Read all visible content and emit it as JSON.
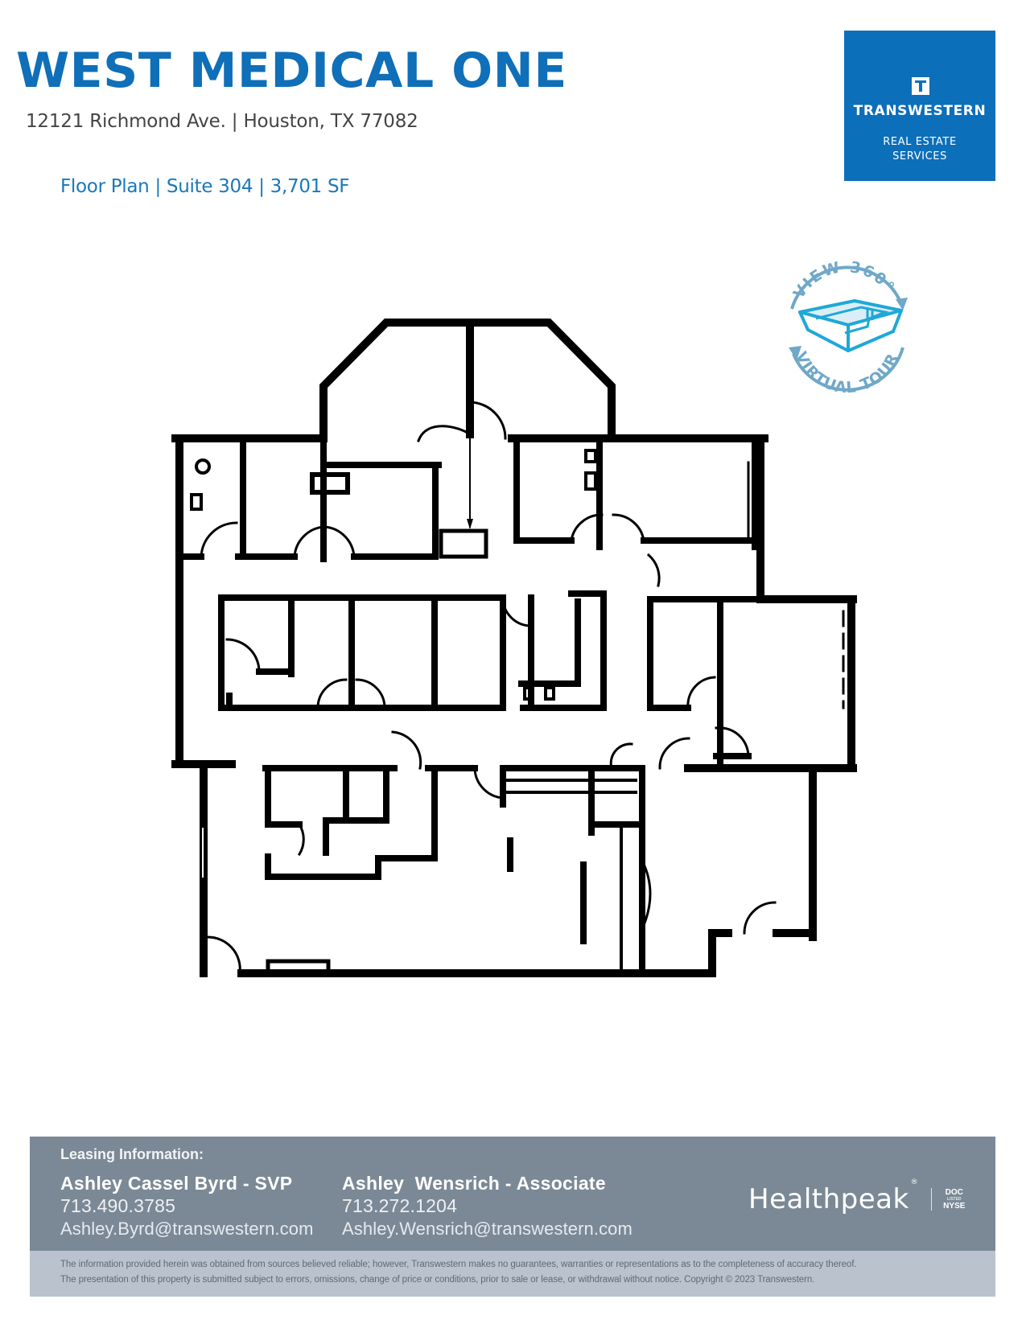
{
  "header": {
    "title": "WEST MEDICAL ONE",
    "address": "12121 Richmond Ave. | Houston, TX 77082",
    "subtitle": "Floor Plan | Suite 304 | 3,701 SF"
  },
  "brand_logo": {
    "icon": "transwestern-t-icon",
    "name": "TRANSWESTERN",
    "tagline_line1": "REAL ESTATE",
    "tagline_line2": "SERVICES",
    "background": "#0c6fba"
  },
  "tour_badge": {
    "top_text": "VIEW 360°",
    "bottom_text": "VIRTUAL TOUR",
    "icon": "3d-room-icon",
    "ring_color": "#6fa8c8",
    "room_color": "#1fa8d8"
  },
  "floorplan": {
    "suite": "Suite 304",
    "area": "3,701 SF",
    "wall_color": "#000000"
  },
  "leasing": {
    "label": "Leasing Information:",
    "contacts": [
      {
        "name": "Ashley Cassel Byrd - SVP",
        "phone": "713.490.3785",
        "email": "Ashley.Byrd@transwestern.com"
      },
      {
        "name": "Ashley  Wensrich - Associate",
        "phone": "713.272.1204",
        "email": "Ashley.Wensrich@transwestern.com"
      }
    ],
    "partner_logo": {
      "name": "Healthpeak",
      "registered": "®",
      "ticker_top": "DOC",
      "ticker_mid": "LISTED",
      "ticker_bottom": "NYSE"
    },
    "background": "#7b8996"
  },
  "disclaimer": {
    "line1": "The information provided herein was obtained from sources believed reliable; however, Transwestern makes no guarantees, warranties or representations as to the completeness of accuracy thereof.",
    "line2": "The presentation of this property is submitted subject to errors, omissions, change of price or conditions, prior to sale or lease, or withdrawal without notice. Copyright © 2023 Transwestern.",
    "background": "#b9c2cd"
  }
}
